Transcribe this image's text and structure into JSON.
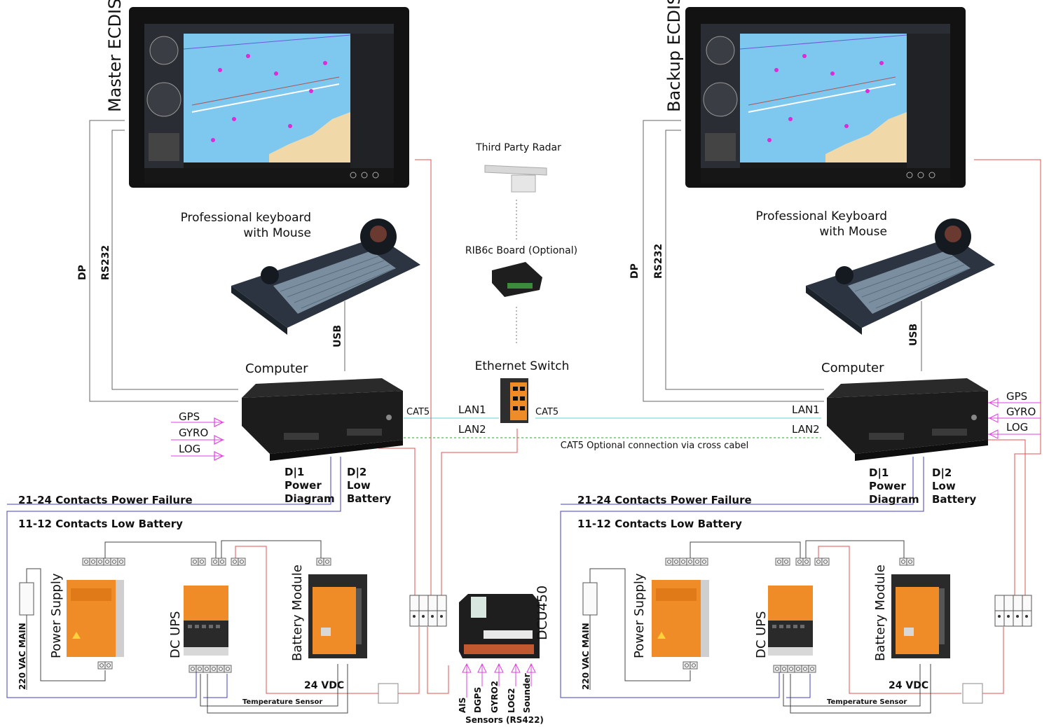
{
  "left": {
    "title": "Master ECDIS",
    "keyboard_line1": "Professional keyboard",
    "keyboard_line2": "with Mouse",
    "computer": "Computer",
    "dp": "DP",
    "rs232": "RS232",
    "usb": "USB",
    "gps": "GPS",
    "gyro": "GYRO",
    "log": "LOG",
    "lan1": "LAN1",
    "lan2": "LAN2",
    "cat5": "CAT5",
    "d1_line1": "D|1",
    "d1_line2": "Power",
    "d1_line3": "Diagram",
    "d2_line1": "D|2",
    "d2_line2": "Low",
    "d2_line3": "Battery",
    "contacts_power": "21-24 Contacts Power Failure",
    "contacts_battery": "11-12 Contacts Low Battery",
    "power_supply": "Power Supply",
    "dc_ups": "DC UPS",
    "battery_module": "Battery Module",
    "mains": "220 VAC MAIN",
    "vdc": "24 VDC",
    "temp_sensor": "Temperature Sensor"
  },
  "right": {
    "title": "Backup ECDIS",
    "keyboard_line1": "Professional Keyboard",
    "keyboard_line2": "with Mouse",
    "computer": "Computer",
    "dp": "DP",
    "rs232": "RS232",
    "usb": "USB",
    "gps": "GPS",
    "gyro": "GYRO",
    "log": "LOG",
    "lan1": "LAN1",
    "lan2": "LAN2",
    "cat5": "CAT5",
    "d1_line1": "D|1",
    "d1_line2": "Power",
    "d1_line3": "Diagram",
    "d2_line1": "D|2",
    "d2_line2": "Low",
    "d2_line3": "Battery",
    "contacts_power": "21-24 Contacts Power Failure",
    "contacts_battery": "11-12 Contacts Low Battery",
    "power_supply": "Power Supply",
    "dc_ups": "DC UPS",
    "battery_module": "Battery Module",
    "mains": "220 VAC MAIN",
    "vdc": "24 VDC",
    "temp_sensor": "Temperature Sensor"
  },
  "center": {
    "radar": "Third Party Radar",
    "rib": "RIB6c Board (Optional)",
    "switch": "Ethernet Switch",
    "cat5_optional": "CAT5 Optional connection via cross cabel",
    "dcu": "DCU450",
    "sensors": [
      "AIS",
      "DGPS",
      "GYRO2",
      "LOG2",
      "Sounder"
    ],
    "sensors_caption": "Sensors (RS422)"
  },
  "colors": {
    "cat5_cyan": "#5fd6d6",
    "lan2_green": "#3c9a3c",
    "sensor_magenta": "#e040e0",
    "power_red": "#e05050",
    "contact_blue": "#4040c0",
    "psu_orange": "#f08c28",
    "device_dark": "#1c1c1c",
    "sea_blue": "#7ec8ef",
    "land_sand": "#f0d8a8"
  }
}
